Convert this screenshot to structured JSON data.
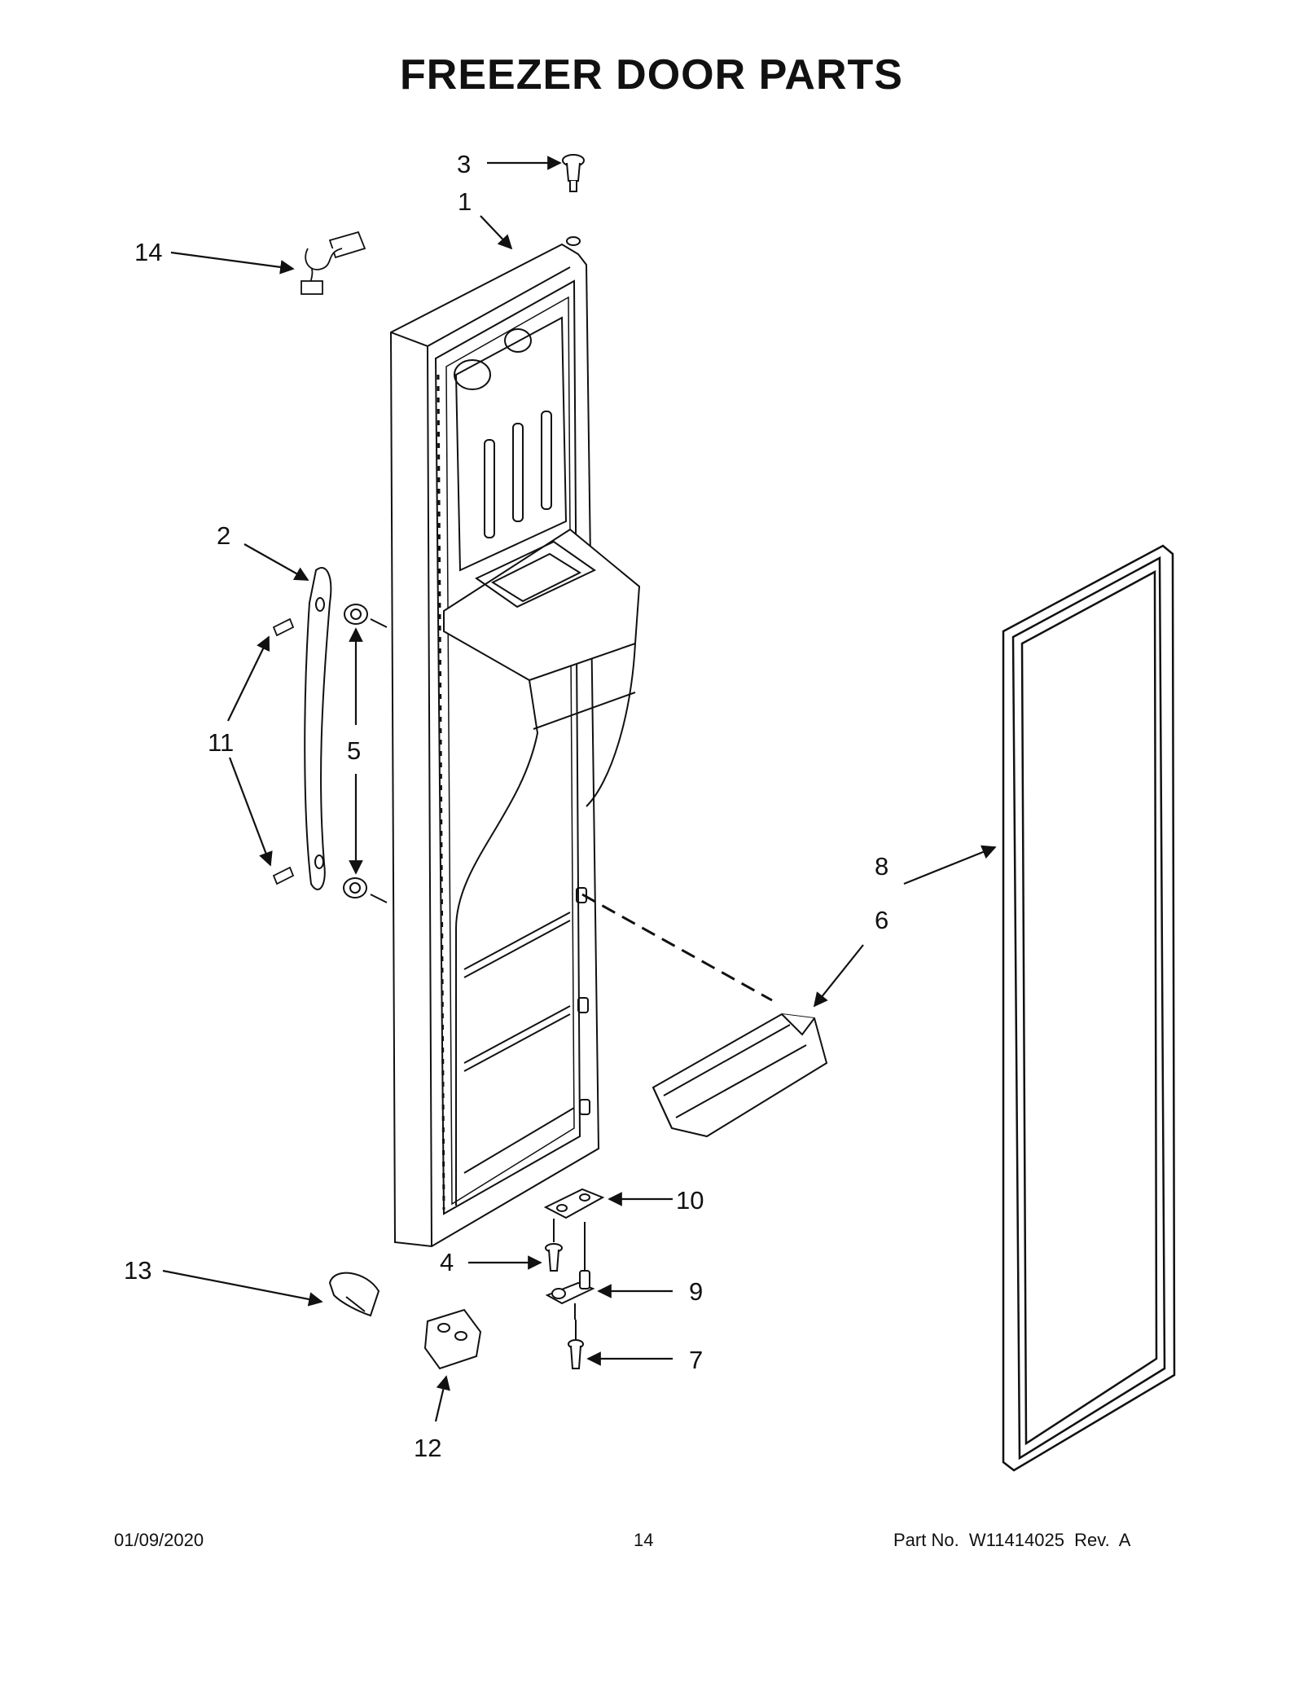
{
  "page": {
    "title": "FREEZER DOOR PARTS",
    "footer_date": "01/09/2020",
    "footer_page": "14",
    "footer_part": "Part No.  W11414025  Rev.  A"
  },
  "callouts": [
    "1",
    "2",
    "3",
    "4",
    "5",
    "6",
    "7",
    "8",
    "9",
    "10",
    "11",
    "12",
    "13",
    "14"
  ],
  "parts": [
    {
      "number": "1"
    },
    {
      "number": "2"
    },
    {
      "number": "3"
    },
    {
      "number": "4"
    },
    {
      "number": "5"
    },
    {
      "number": "6"
    },
    {
      "number": "7"
    },
    {
      "number": "8"
    },
    {
      "number": "9"
    },
    {
      "number": "10"
    },
    {
      "number": "11"
    },
    {
      "number": "12"
    },
    {
      "number": "13"
    },
    {
      "number": "14"
    }
  ]
}
